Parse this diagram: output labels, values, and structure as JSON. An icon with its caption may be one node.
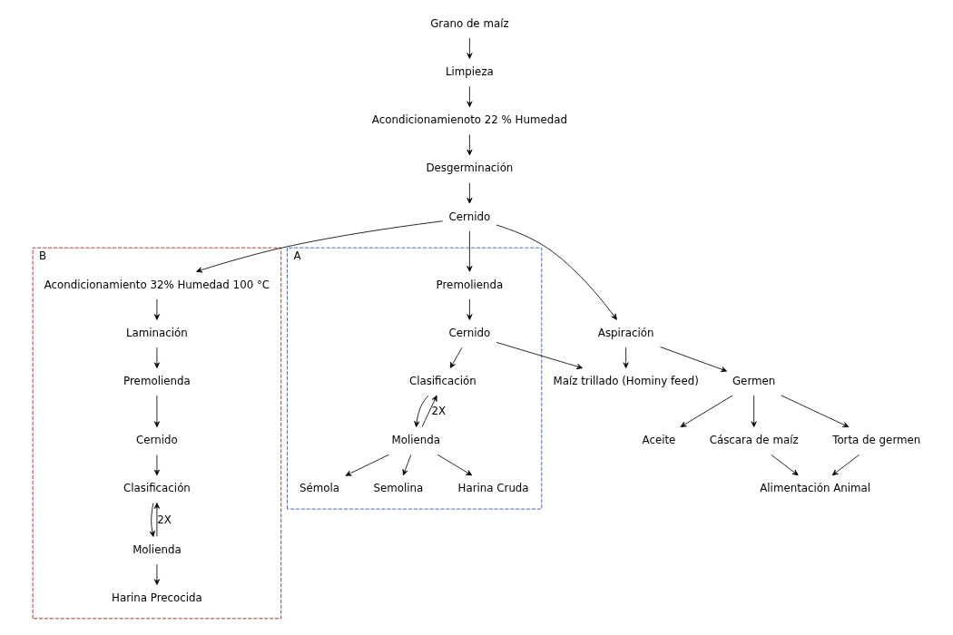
{
  "diagram": {
    "nodes": [
      {
        "text": [
          "Grano de maíz"
        ]
      },
      {
        "text": [
          "Limpieza"
        ]
      },
      {
        "text": [
          "Acondicionamienoto 22 % Humedad"
        ]
      },
      {
        "text": [
          "Desgerminación"
        ]
      },
      {
        "text": [
          "Cernido"
        ]
      },
      {
        "text": [
          "Aspiración"
        ]
      },
      {
        "text": [
          "Germen"
        ]
      },
      {
        "text": [
          "Cáscara de maíz"
        ]
      },
      {
        "text": [
          "Torta de germen"
        ]
      },
      {
        "text": [
          "Aceite"
        ]
      },
      {
        "text": [
          "Alimentación Animal"
        ]
      },
      {
        "text": [
          "Maíz trillado (Hominy feed)"
        ]
      },
      {
        "text": [
          "A"
        ]
      },
      {
        "text": [
          "Premolienda"
        ],
        "in": 12
      },
      {
        "text": [
          "Cernido"
        ],
        "in": 12
      },
      {
        "text": [
          "Clasificación"
        ],
        "in": 12
      },
      {
        "text": [
          "Molienda"
        ],
        "in": 12
      },
      {
        "text": [
          "Sémola"
        ],
        "in": 12
      },
      {
        "text": [
          "Semolina"
        ],
        "in": 12
      },
      {
        "text": [
          "Harina Cruda"
        ],
        "in": 12
      },
      {
        "text": [
          "B"
        ]
      },
      {
        "text": [
          "Acondicionamiento 32% Humedad 100 °C"
        ],
        "in": 20
      },
      {
        "text": [
          "Laminación"
        ],
        "in": 20
      },
      {
        "text": [
          "Premolienda"
        ],
        "in": 20
      },
      {
        "text": [
          "Cernido"
        ],
        "in": 20
      },
      {
        "text": [
          "Clasificación"
        ],
        "in": 20
      },
      {
        "text": [
          "Molienda"
        ],
        "in": 20
      },
      {
        "text": [
          "Harina Precocida"
        ],
        "in": 20
      }
    ],
    "edges": [
      {
        "from": 0,
        "to": 1,
        "arrow": "to"
      },
      {
        "from": 1,
        "to": 2,
        "arrow": "to"
      },
      {
        "from": 2,
        "to": 3,
        "arrow": "to"
      },
      {
        "from": 3,
        "to": 4,
        "arrow": "to"
      },
      {
        "from": 4,
        "to": 5,
        "arrow": "to"
      },
      {
        "from": 5,
        "to": 6,
        "arrow": "to"
      },
      {
        "from": 6,
        "to": 7,
        "arrow": "to"
      },
      {
        "from": 6,
        "to": 8,
        "arrow": "to"
      },
      {
        "from": 6,
        "to": 9,
        "arrow": "to"
      },
      {
        "from": 7,
        "to": 10,
        "arrow": "to"
      },
      {
        "from": 8,
        "to": 10,
        "arrow": "to"
      },
      {
        "from": 5,
        "to": 11,
        "arrow": "to"
      },
      {
        "from": 4,
        "to": 21,
        "arrow": "to"
      },
      {
        "from": 4,
        "to": 13,
        "arrow": "to"
      },
      {
        "from": 13,
        "to": 14,
        "arrow": "to"
      },
      {
        "from": 14,
        "to": 11,
        "arrow": "to"
      },
      {
        "from": 14,
        "to": 15,
        "arrow": "to"
      },
      {
        "from": 16,
        "to": 15,
        "arrow": "to",
        "label": "2X"
      },
      {
        "from": 15,
        "to": 16,
        "arrow": "to"
      },
      {
        "from": 16,
        "to": 17,
        "arrow": "to"
      },
      {
        "from": 16,
        "to": 18,
        "arrow": "to"
      },
      {
        "from": 16,
        "to": 19,
        "arrow": "to"
      },
      {
        "from": 21,
        "to": 22,
        "arrow": "to"
      },
      {
        "from": 22,
        "to": 23,
        "arrow": "to"
      },
      {
        "from": 23,
        "to": 24,
        "arrow": "to"
      },
      {
        "from": 24,
        "to": 25,
        "arrow": "to"
      },
      {
        "from": 26,
        "to": 25,
        "arrow": "to",
        "label": "2X"
      },
      {
        "from": 25,
        "to": 26,
        "arrow": "to"
      },
      {
        "from": 26,
        "to": 27,
        "arrow": "to"
      }
    ]
  }
}
